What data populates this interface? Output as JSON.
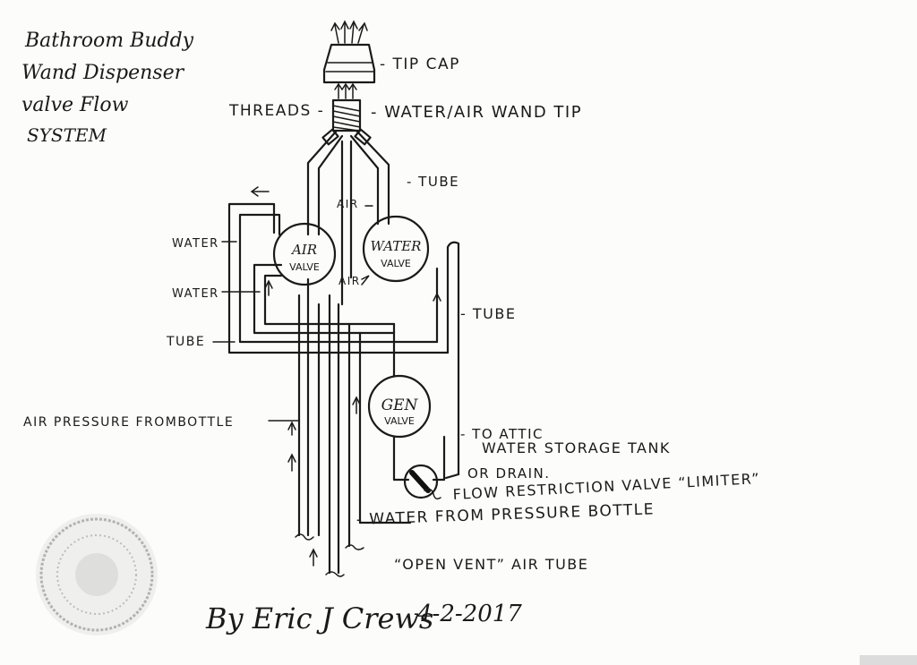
{
  "title_lines": [
    "Bathroom Buddy",
    "Wand Dispenser",
    "valve Flow",
    "SYSTEM"
  ],
  "labels": {
    "tip_cap": "- TIP CAP",
    "threads": "THREADS -",
    "wand_tip": "- WATER/AIR WAND TIP",
    "tube_top": "- TUBE",
    "air_upper": "AIR",
    "water_left_1": "WATER",
    "water_left_2": "WATER",
    "air_lower": "AIR",
    "tube_left": "TUBE",
    "tube_right": "- TUBE",
    "air_pressure": "AIR PRESSURE FROMBOTTLE",
    "attic_1": "- TO ATTIC",
    "attic_2": "WATER STORAGE TANK",
    "attic_3": "OR DRAIN.",
    "flow_restriction": "FLOW RESTRICTION VALVE “LIMITER”",
    "water_from_bottle": "- WATER FROM PRESSURE BOTTLE",
    "open_vent": "“OPEN VENT” AIR  TUBE"
  },
  "valves": {
    "air": [
      "AIR",
      "VALVE"
    ],
    "water": [
      "WATER",
      "VALVE"
    ],
    "gen": [
      "GEN",
      "VALVE"
    ]
  },
  "signature": {
    "name": "By Eric J Crews",
    "date": "4-2-2017"
  }
}
